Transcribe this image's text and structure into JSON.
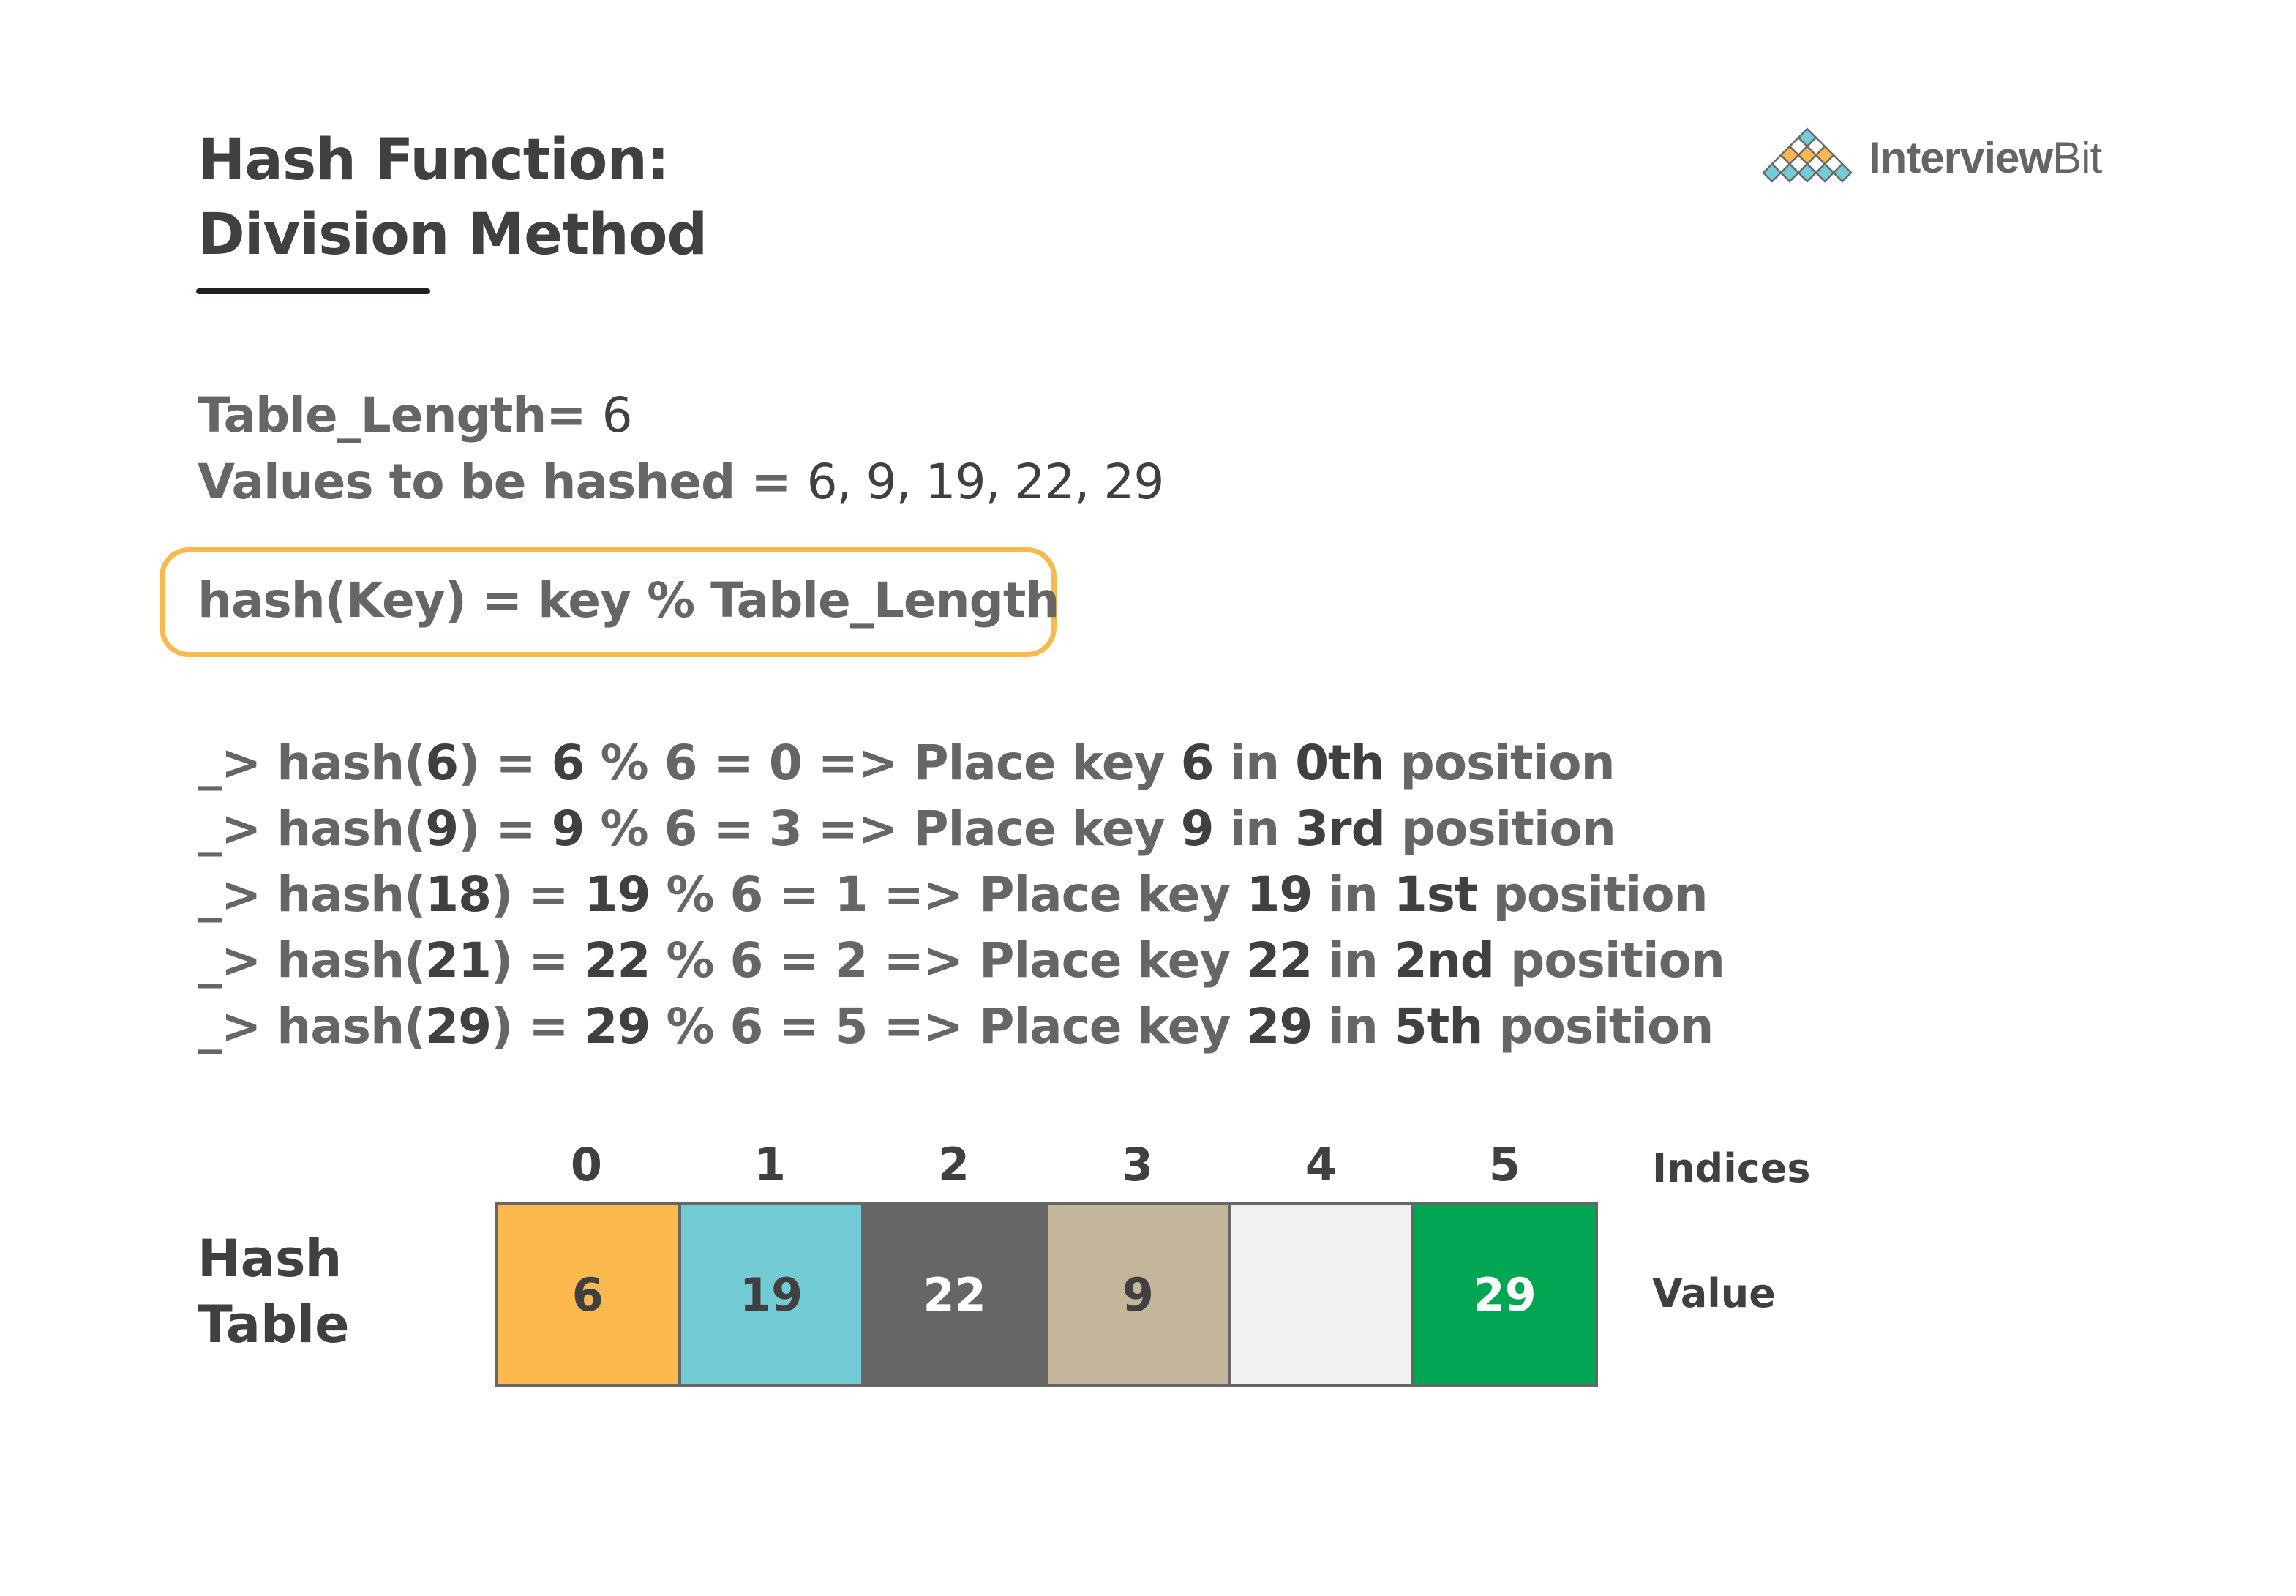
{
  "header": {
    "title_line1": "Hash Function:",
    "title_line2": "Division Method"
  },
  "logo": {
    "icon": "interviewbit-pyramid-icon",
    "text_bold": "Interview",
    "text_light": "Bit"
  },
  "params": {
    "table_length_label": "Table_Length=",
    "table_length_value": "6",
    "values_label": "Values to be hashed =",
    "values_list": "6, 9, 19, 22, 29"
  },
  "formula": {
    "text": "hash(Key) = key % Table_Length",
    "border_color": "#fbb84c"
  },
  "steps": [
    {
      "prefix": "_> hash(",
      "arg": "6",
      "mid1": ") = ",
      "key": "6",
      "mid2": " % 6 = ",
      "result": "0",
      "mid3": " => Place key ",
      "place_key": "6",
      "mid4": " in ",
      "position": "0th",
      "suffix": " position"
    },
    {
      "prefix": "_> hash(",
      "arg": "9",
      "mid1": ") = ",
      "key": "9",
      "mid2": " % 6 = ",
      "result": "3",
      "mid3": " => Place key ",
      "place_key": "9",
      "mid4": " in ",
      "position": "3rd",
      "suffix": " position"
    },
    {
      "prefix": "_> hash(",
      "arg": "18",
      "mid1": ") = ",
      "key": "19",
      "mid2": " % 6 = ",
      "result": "1",
      "mid3": " => Place key ",
      "place_key": "19",
      "mid4": " in ",
      "position": "1st",
      "suffix": " position"
    },
    {
      "prefix": "_> hash(",
      "arg": "21",
      "mid1": ") = ",
      "key": "22",
      "mid2": " % 6 = ",
      "result": "2",
      "mid3": " => Place key ",
      "place_key": "22",
      "mid4": " in ",
      "position": "2nd",
      "suffix": " position"
    },
    {
      "prefix": "_> hash(",
      "arg": "29",
      "mid1": ") = ",
      "key": "29",
      "mid2": " % 6 = ",
      "result": "5",
      "mid3": " => Place key ",
      "place_key": "29",
      "mid4": " in ",
      "position": "5th",
      "suffix": " position"
    }
  ],
  "hash_table": {
    "label_line1": "Hash",
    "label_line2": "Table",
    "indices_label": "Indices",
    "value_label": "Value",
    "indices": [
      "0",
      "1",
      "2",
      "3",
      "4",
      "5"
    ],
    "cells": [
      {
        "value": "6",
        "bg": "#fbb84c",
        "fg": "#404042"
      },
      {
        "value": "19",
        "bg": "#73ccd5",
        "fg": "#404042"
      },
      {
        "value": "22",
        "bg": "#666666",
        "fg": "#ffffff"
      },
      {
        "value": "9",
        "bg": "#c3b59a",
        "fg": "#404042"
      },
      {
        "value": "",
        "bg": "#f1f1f1",
        "fg": "#404042"
      },
      {
        "value": "29",
        "bg": "#00a651",
        "fg": "#ffffff"
      }
    ]
  }
}
